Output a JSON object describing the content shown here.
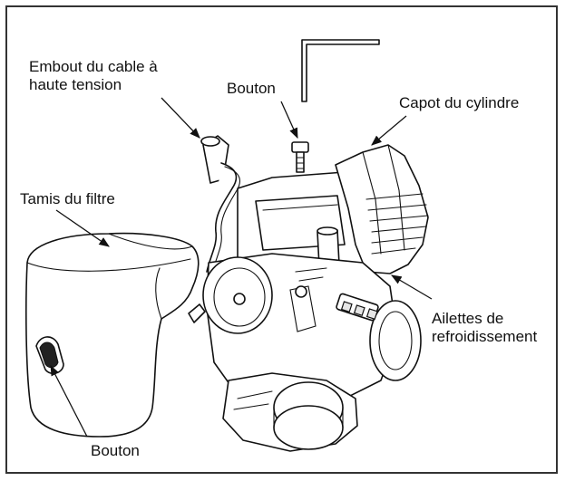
{
  "labels": {
    "hv_cable_line1": "Embout du cable à",
    "hv_cable_line2": "haute tension",
    "knob_top": "Bouton",
    "cylinder_cover": "Capot du cylindre",
    "filter_screen": "Tamis du filtre",
    "fins_line1": "Ailettes de",
    "fins_line2": "refroidissement",
    "knob_bottom": "Bouton"
  },
  "colors": {
    "line": "#111111",
    "border": "#333333",
    "background": "#ffffff"
  },
  "icons": [
    "engine-illustration",
    "air-filter-cover-illustration",
    "hex-key-illustration"
  ]
}
